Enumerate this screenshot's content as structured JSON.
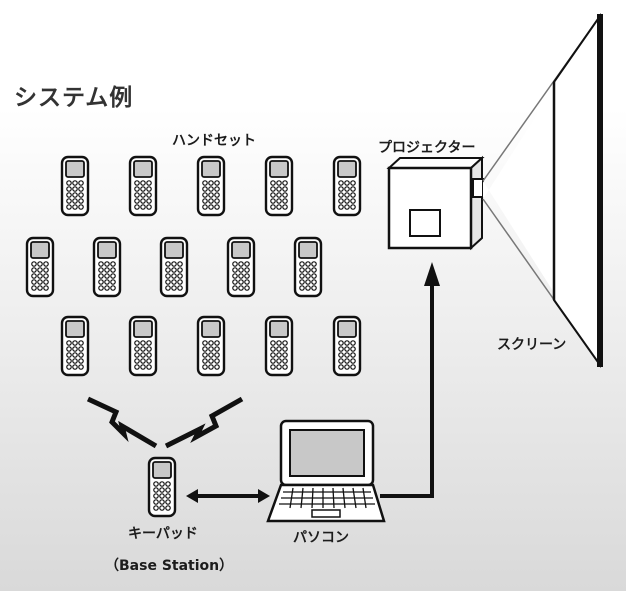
{
  "title": "システム例",
  "labels": {
    "handsets": "ハンドセット",
    "projector": "プロジェクター",
    "screen": "スクリーン",
    "keypad": "キーパッド",
    "keypad_sub": "（Base Station）",
    "pc": "パソコン"
  },
  "colors": {
    "bg_top": "#ffffff",
    "bg_bottom": "#d9d9d9",
    "stroke": "#111111",
    "screen_fill": "#ffffff",
    "phone_screen": "#c8c8c8",
    "phone_body": "#ffffff"
  },
  "handset_rows": [
    5,
    5,
    5
  ]
}
